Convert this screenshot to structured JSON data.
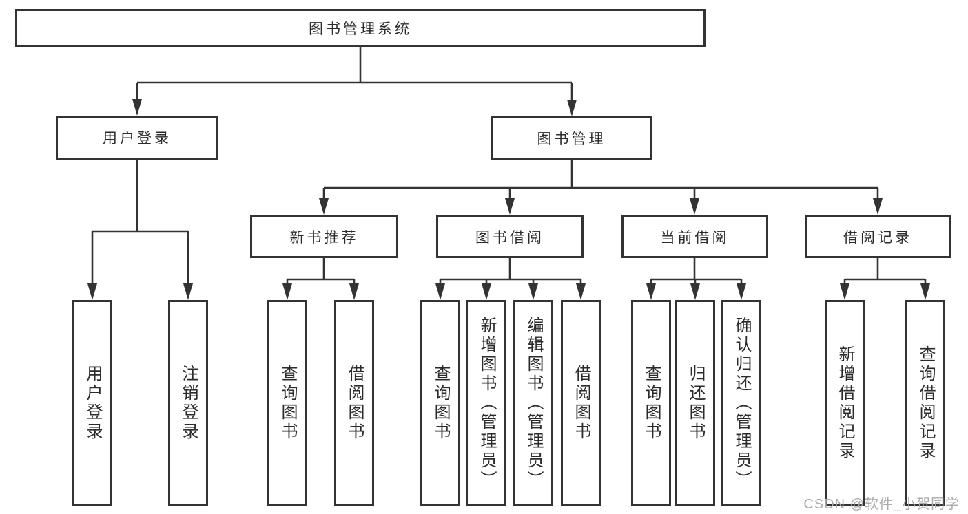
{
  "diagram": {
    "title": "图书管理系统",
    "root": {
      "label": "图书管理系统"
    },
    "level2": [
      {
        "label": "用户登录",
        "parent": "图书管理系统"
      },
      {
        "label": "图书管理",
        "parent": "图书管理系统"
      }
    ],
    "level3": [
      {
        "label": "新书推荐",
        "parent": "图书管理"
      },
      {
        "label": "图书借阅",
        "parent": "图书管理"
      },
      {
        "label": "当前借阅",
        "parent": "图书管理"
      },
      {
        "label": "借阅记录",
        "parent": "图书管理"
      }
    ],
    "leaves": [
      {
        "label": "用户登录",
        "parent": "用户登录"
      },
      {
        "label": "注销登录",
        "parent": "用户登录"
      },
      {
        "label": "查询图书",
        "parent": "新书推荐"
      },
      {
        "label": "借阅图书",
        "parent": "新书推荐"
      },
      {
        "label": "查询图书",
        "parent": "图书借阅"
      },
      {
        "label": "新增图书（管理员）",
        "parent": "图书借阅"
      },
      {
        "label": "编辑图书（管理员）",
        "parent": "图书借阅"
      },
      {
        "label": "借阅图书",
        "parent": "图书借阅"
      },
      {
        "label": "查询图书",
        "parent": "当前借阅"
      },
      {
        "label": "归还图书",
        "parent": "当前借阅"
      },
      {
        "label": "确认归还（管理员）",
        "parent": "当前借阅"
      },
      {
        "label": "新增借阅记录",
        "parent": "借阅记录"
      },
      {
        "label": "查询借阅记录",
        "parent": "借阅记录"
      }
    ],
    "watermark": "CSDN @软件_小贺同学",
    "colors": {
      "line": "#333333",
      "box_border": "#333333",
      "box_fill": "#ffffff",
      "text": "#2b2b2b",
      "watermark": "#ababab",
      "background": "#ffffff"
    }
  }
}
